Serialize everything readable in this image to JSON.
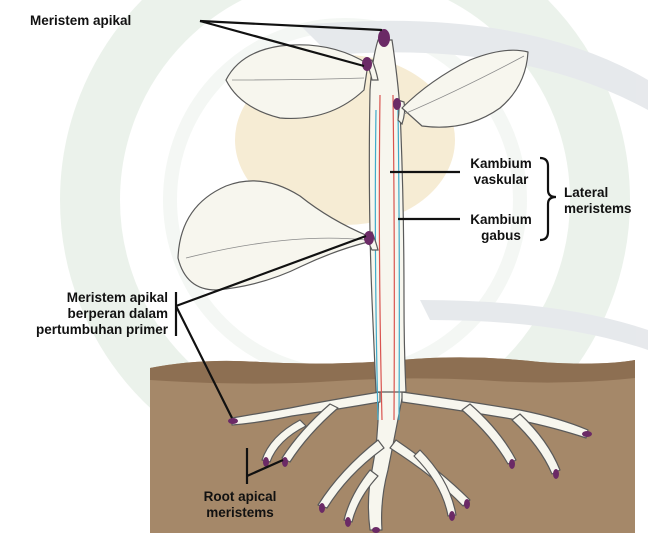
{
  "labels": {
    "meristem_apikal": "Meristem apikal",
    "kambium_vaskular": "Kambium\nvaskular",
    "kambium_gabus": "Kambium\ngabus",
    "lateral_meristems": "Lateral\nmeristems",
    "meristem_apikal_primer": "Meristem apikal\nberperan dalam\npertumbuhan primer",
    "root_apical_meristems": "Root apical\nmeristems"
  },
  "colors": {
    "soil": "#a58869",
    "soil_surface": "#8d6f52",
    "plant_fill": "#f7f6ee",
    "plant_outline": "#5a5a5a",
    "meristem": "#6b2a66",
    "vascular_cambium": "#d9534f",
    "cork_cambium": "#3fa9c9",
    "watermark_green": "#e6efe6",
    "watermark_gold": "#f4e4b8",
    "leader_line": "#111111"
  }
}
